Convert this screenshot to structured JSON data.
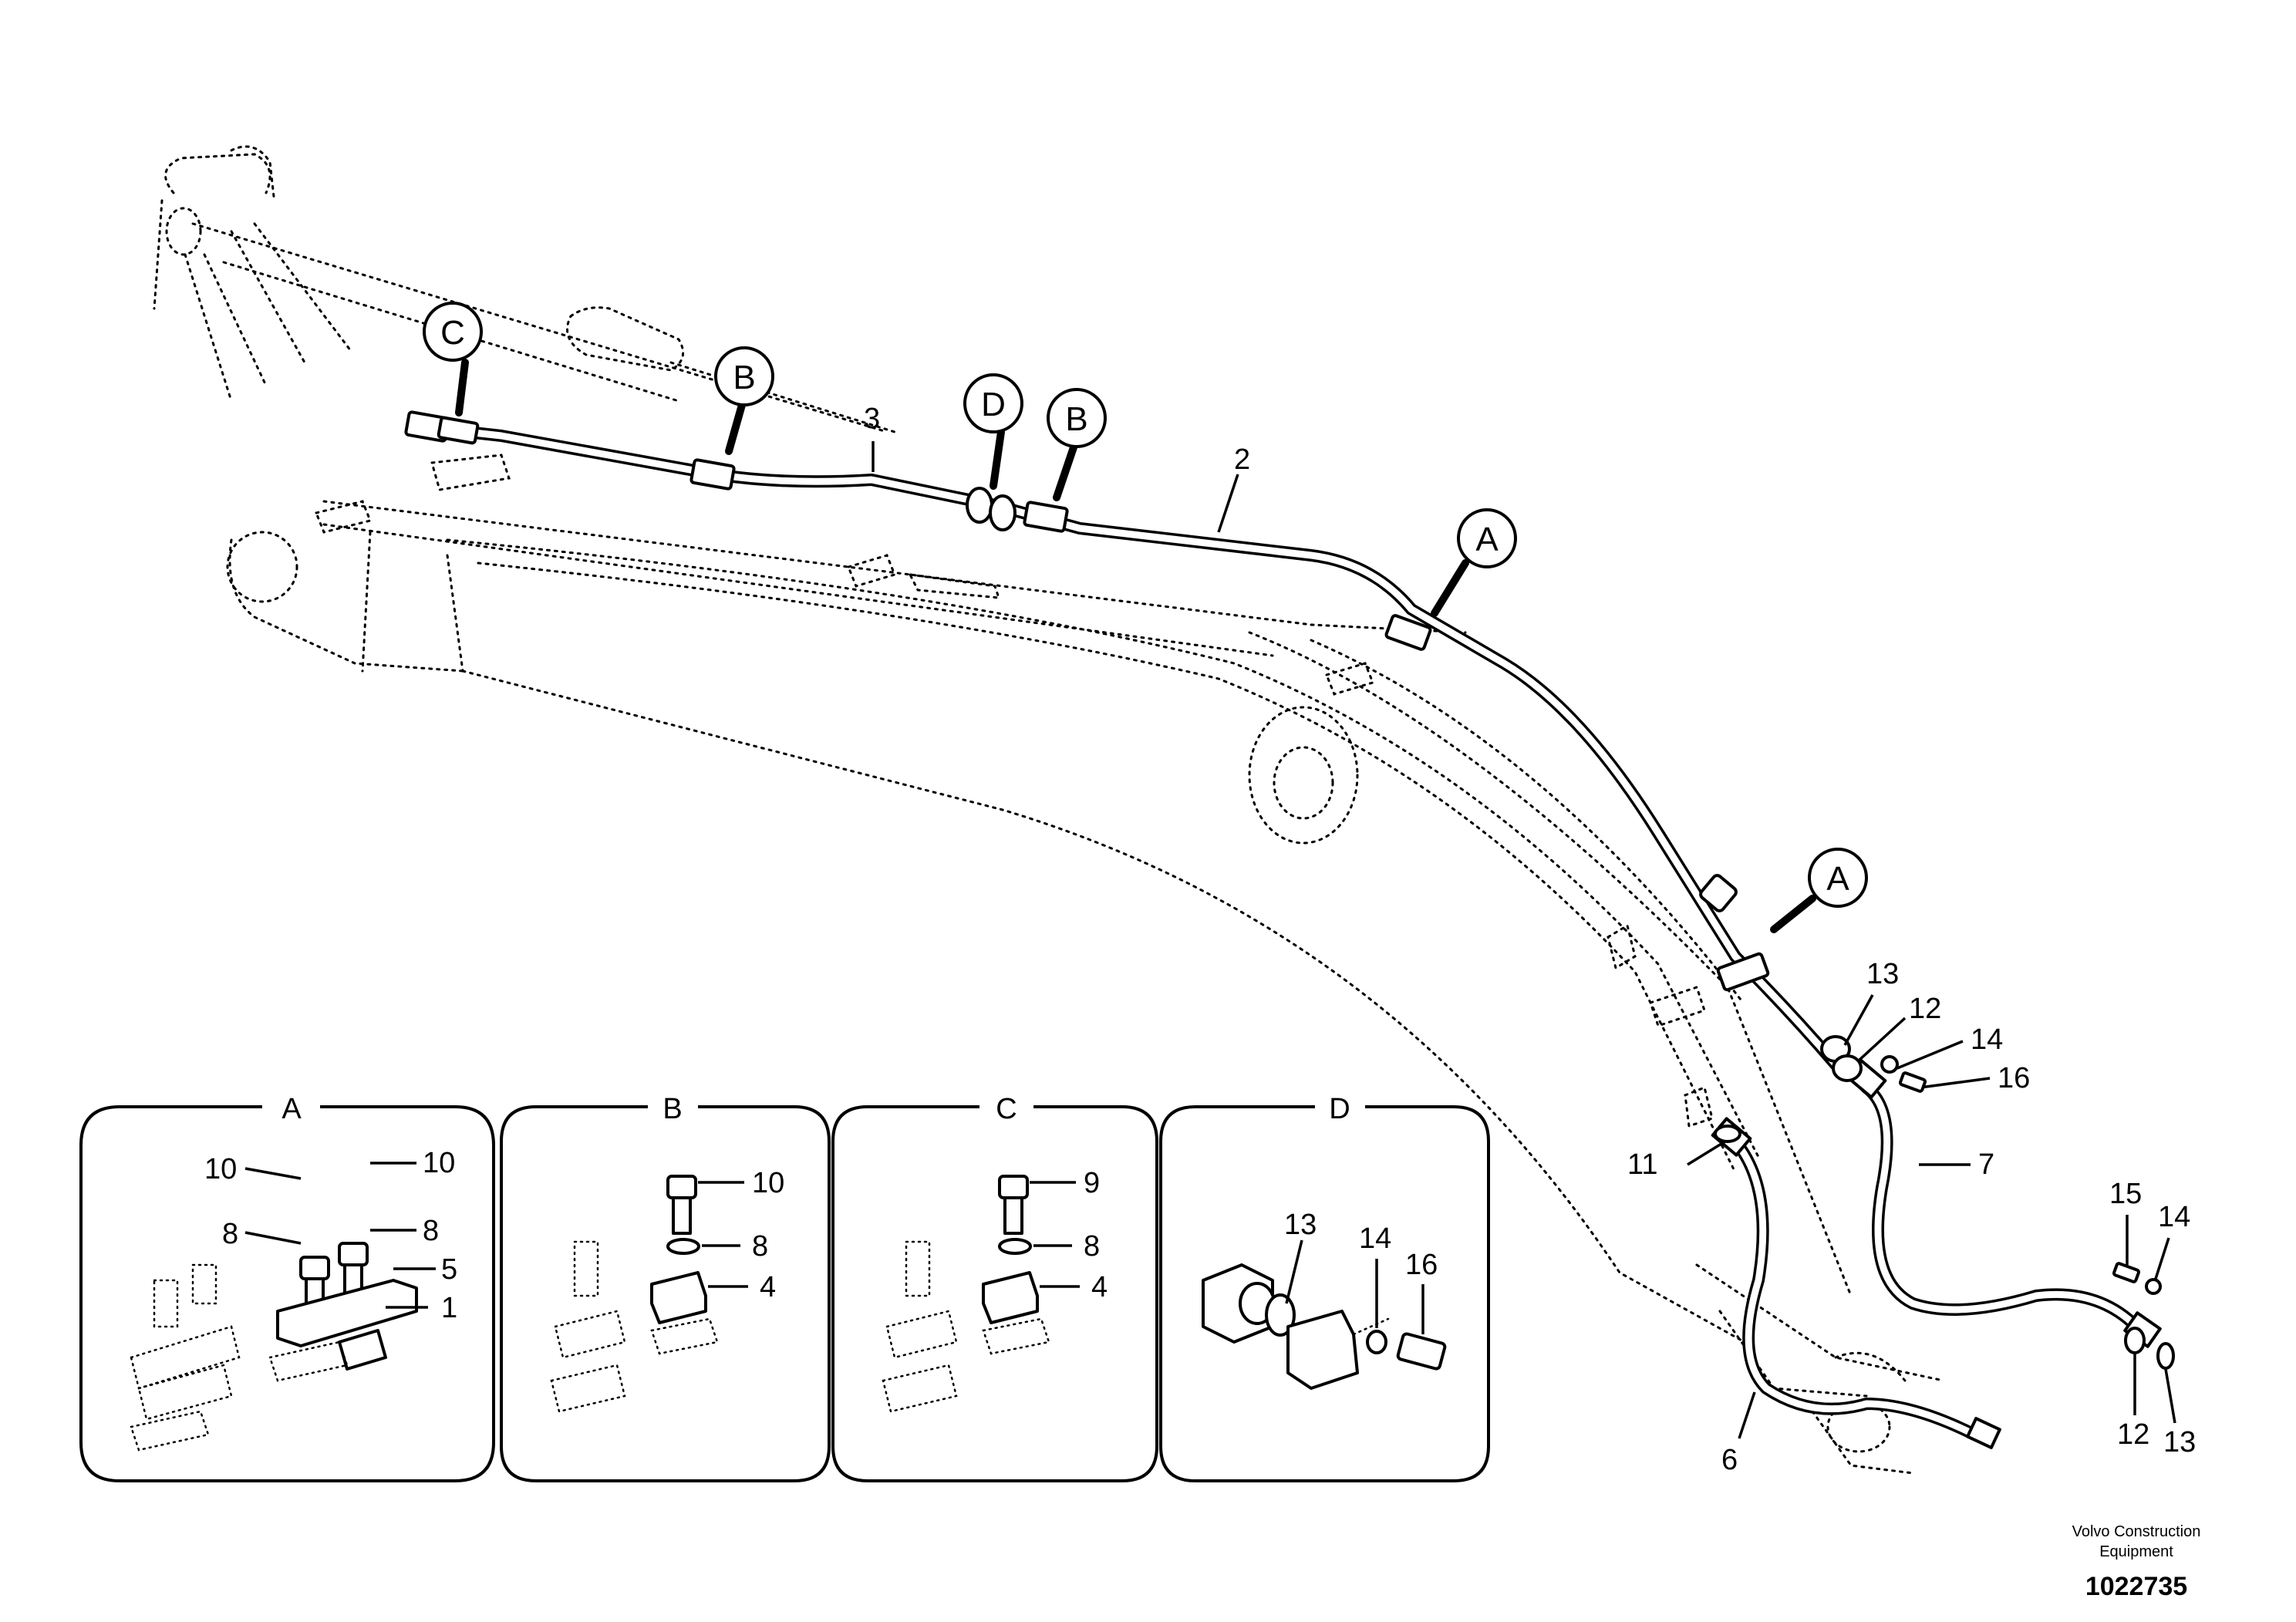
{
  "callouts": [
    {
      "id": "c-C",
      "letter": "C"
    },
    {
      "id": "c-B1",
      "letter": "B"
    },
    {
      "id": "c-D",
      "letter": "D"
    },
    {
      "id": "c-B2",
      "letter": "B"
    },
    {
      "id": "c-A1",
      "letter": "A"
    },
    {
      "id": "c-A2",
      "letter": "A"
    }
  ],
  "part_labels": {
    "main": [
      "3",
      "2",
      "13",
      "12",
      "14",
      "16",
      "11",
      "7",
      "15",
      "14",
      "6",
      "12",
      "13"
    ],
    "detail_A": [
      "10",
      "10",
      "8",
      "8",
      "5",
      "1"
    ],
    "detail_B": [
      "10",
      "8",
      "4"
    ],
    "detail_C": [
      "9",
      "8",
      "4"
    ],
    "detail_D": [
      "13",
      "14",
      "16"
    ]
  },
  "details": [
    {
      "key": "A",
      "title": "A"
    },
    {
      "key": "B",
      "title": "B"
    },
    {
      "key": "C",
      "title": "C"
    },
    {
      "key": "D",
      "title": "D"
    }
  ],
  "footer": {
    "brand_line1": "Volvo Construction",
    "brand_line2": "Equipment",
    "doc_number": "1022735"
  }
}
